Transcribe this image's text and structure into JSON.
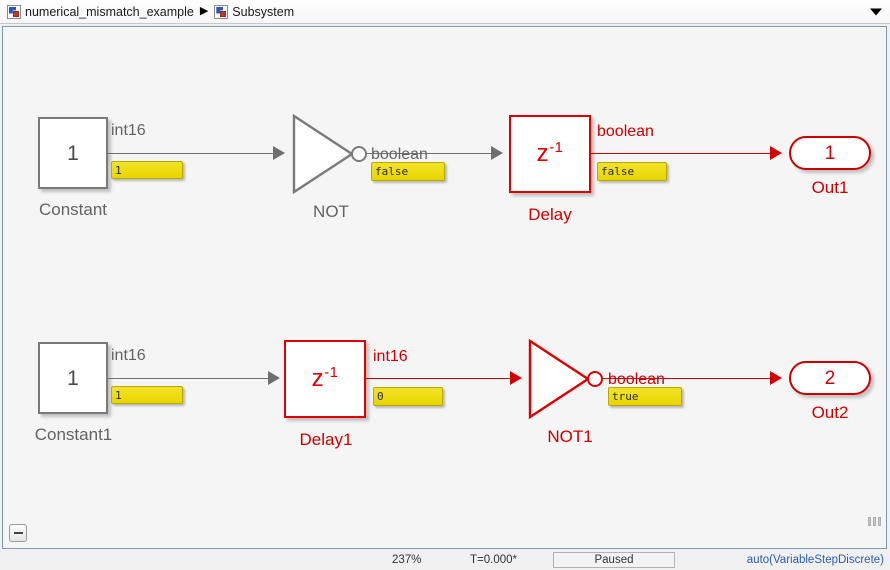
{
  "breadcrumb": {
    "separator": "▶",
    "items": [
      {
        "label": "numerical_mismatch_example",
        "icon": "subsystem-icon"
      },
      {
        "label": "Subsystem",
        "icon": "subsystem-icon"
      }
    ],
    "dropdown_icon": "chevron-down-icon"
  },
  "canvas": {
    "collapse_icon": "collapse-minus-icon",
    "blocks": [
      {
        "id": "constant",
        "name": "Constant",
        "text": "1",
        "signal_type": "int16",
        "port_value": "1",
        "highlighted": false
      },
      {
        "id": "not",
        "name": "NOT",
        "text": "",
        "signal_type": "boolean",
        "port_value": "false",
        "highlighted": false
      },
      {
        "id": "delay",
        "name": "Delay",
        "text": "z",
        "exponent": "-1",
        "signal_type": "boolean",
        "port_value": "false",
        "highlighted": true
      },
      {
        "id": "out1",
        "name": "Out1",
        "text": "1",
        "highlighted": true
      },
      {
        "id": "constant1",
        "name": "Constant1",
        "text": "1",
        "signal_type": "int16",
        "port_value": "1",
        "highlighted": false
      },
      {
        "id": "delay1",
        "name": "Delay1",
        "text": "z",
        "exponent": "-1",
        "signal_type": "int16",
        "port_value": "0",
        "highlighted": true
      },
      {
        "id": "not1",
        "name": "NOT1",
        "text": "",
        "signal_type": "boolean",
        "port_value": "true",
        "highlighted": true
      },
      {
        "id": "out2",
        "name": "Out2",
        "text": "2",
        "highlighted": true
      }
    ]
  },
  "statusbar": {
    "zoom": "237%",
    "time": "T=0.000*",
    "sim_state": "Paused",
    "solver": "auto(VariableStepDiscrete)"
  },
  "colors": {
    "highlight": "#cc0000",
    "normal": "#636363",
    "badge": "#eedd13",
    "link": "#2a5db0"
  }
}
